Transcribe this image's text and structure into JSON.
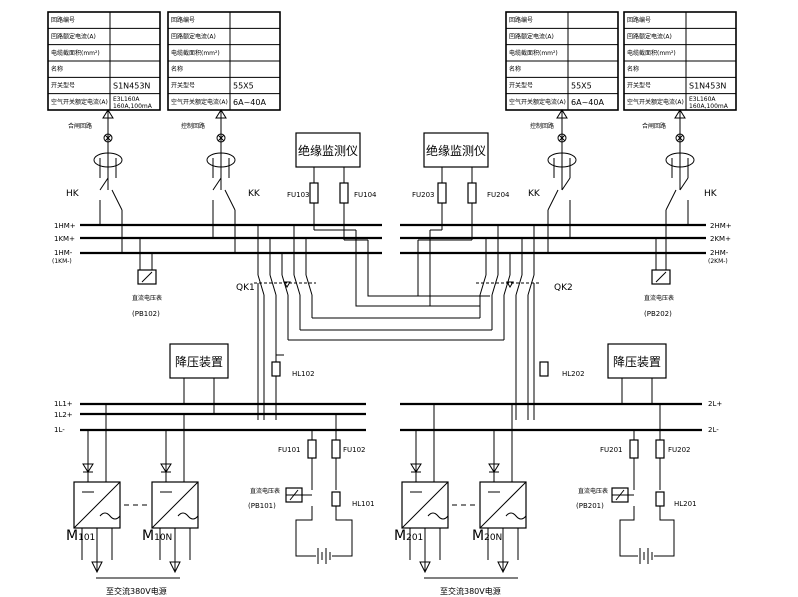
{
  "info_tables": [
    {
      "rows": [
        {
          "label": "回路编号",
          "value": ""
        },
        {
          "label": "回路额定电流(A)",
          "value": ""
        },
        {
          "label": "电缆截面积(mm²)",
          "value": ""
        },
        {
          "label": "名称",
          "value": ""
        },
        {
          "label": "开关型号",
          "value": "S1N453N"
        },
        {
          "label": "空气开关额定电流(A)",
          "value": "E3L160A\n160A,100mA"
        }
      ]
    },
    {
      "rows": [
        {
          "label": "回路编号",
          "value": ""
        },
        {
          "label": "回路额定电流(A)",
          "value": ""
        },
        {
          "label": "电缆截面积(mm²)",
          "value": ""
        },
        {
          "label": "名称",
          "value": ""
        },
        {
          "label": "开关型号",
          "value": "55X5"
        },
        {
          "label": "空气开关额定电流(A)",
          "value": "6A~40A"
        }
      ]
    },
    {
      "rows": [
        {
          "label": "回路编号",
          "value": ""
        },
        {
          "label": "回路额定电流(A)",
          "value": ""
        },
        {
          "label": "电缆截面积(mm²)",
          "value": ""
        },
        {
          "label": "名称",
          "value": ""
        },
        {
          "label": "开关型号",
          "value": "55X5"
        },
        {
          "label": "空气开关额定电流(A)",
          "value": "6A~40A"
        }
      ]
    },
    {
      "rows": [
        {
          "label": "回路编号",
          "value": ""
        },
        {
          "label": "回路额定电流(A)",
          "value": ""
        },
        {
          "label": "电缆截面积(mm²)",
          "value": ""
        },
        {
          "label": "名称",
          "value": ""
        },
        {
          "label": "开关型号",
          "value": "S1N453N"
        },
        {
          "label": "空气开关额定电流(A)",
          "value": "E3L160A\n160A,100mA"
        }
      ]
    }
  ],
  "circuit_labels": {
    "close_left": "合闸回路",
    "control_left": "控制回路",
    "control_right": "控制回路",
    "close_right": "合闸回路"
  },
  "switches": {
    "hk_left": "HK",
    "kk_left": "KK",
    "kk_right": "KK",
    "hk_right": "HK",
    "qk1": "QK1",
    "qk2": "QK2"
  },
  "monitors": {
    "left": "绝缘监测仪",
    "right": "绝缘监测仪"
  },
  "fuses": {
    "fu103": "FU103",
    "fu104": "FU104",
    "fu203": "FU203",
    "fu204": "FU204",
    "fu101": "FU101",
    "fu102": "FU102",
    "fu201": "FU201",
    "fu202": "FU202"
  },
  "bus_labels": {
    "hm_plus_1": "1HM+",
    "km_plus_1": "1KM+",
    "hm_minus_1": "1HM-",
    "hm_minus_1_sub": "(1KM-)",
    "hm_plus_2": "2HM+",
    "km_plus_2": "2KM+",
    "hm_minus_2": "2HM-",
    "hm_minus_2_sub": "(2KM-)",
    "l1_plus": "1L1+",
    "l2_plus": "1L2+",
    "l_minus_1": "1L-",
    "l_plus_2": "2L+",
    "l_minus_2": "2L-"
  },
  "pb_labels": {
    "pb102_title": "直流电压表",
    "pb102": "(PB102)",
    "pb202_title": "直流电压表",
    "pb202": "(PB202)",
    "pb101_title": "直流电压表",
    "pb101": "(PB101)",
    "pb201_title": "直流电压表",
    "pb201": "(PB201)"
  },
  "hl_labels": {
    "hl102": "HL102",
    "hl202": "HL202",
    "hl101": "HL101",
    "hl201": "HL201"
  },
  "devices": {
    "step_down_left": "降压装置",
    "step_down_right": "降压装置"
  },
  "modules": {
    "m101": "M",
    "m101_sub": "101",
    "m10n": "M",
    "m10n_sub": "10N",
    "m201": "M",
    "m201_sub": "201",
    "m20n": "M",
    "m20n_sub": "20N"
  },
  "power_sources": {
    "left": "至交流380V电源",
    "right": "至交流380V电源"
  }
}
